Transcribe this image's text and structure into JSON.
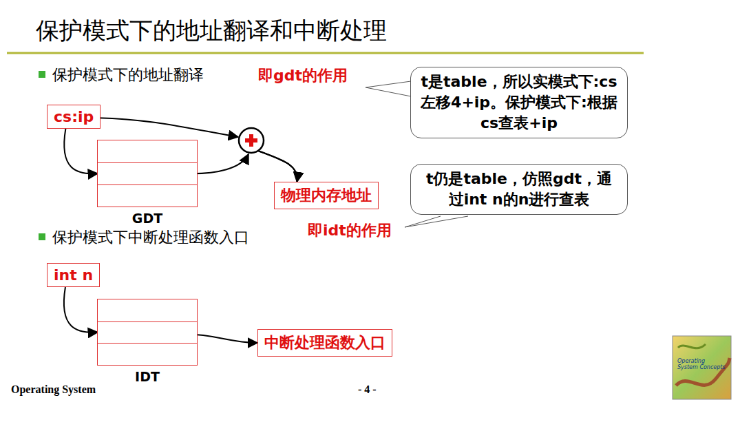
{
  "diagram": {
    "title": "保护模式下的地址翻译和中断处理",
    "nodes": [
      {
        "text": [
          "t是table，所以实模式下:cs左移4+ip。保护模式下:根据cs查表+ip"
        ]
      },
      {
        "text": [
          "cs:ip"
        ]
      },
      {
        "text": [
          "GDT"
        ]
      },
      {
        "text": [
          "物理内存地址"
        ]
      },
      {
        "text": [
          "t仍是table，仿照gdt，通过int n的n进行查表"
        ]
      },
      {
        "text": [
          "int n"
        ]
      },
      {
        "text": [
          "IDT"
        ]
      },
      {
        "text": [
          "中断处理函数入口"
        ]
      }
    ],
    "edges": [
      {
        "from": 1,
        "to": 2,
        "arrow": "to"
      },
      {
        "from": 1,
        "to": 3,
        "arrow": "to"
      },
      {
        "from": 2,
        "to": 3,
        "arrow": "to"
      },
      {
        "from": 5,
        "to": 6,
        "arrow": "to"
      },
      {
        "from": 6,
        "to": 7,
        "arrow": "to"
      }
    ],
    "labels": [
      "保护模式下的地址翻译",
      "即gdt的作用",
      "即idt的作用",
      "保护模式下中断处理函数入口",
      "Operating System",
      "- 4 -",
      "Operating System Concepts"
    ]
  }
}
